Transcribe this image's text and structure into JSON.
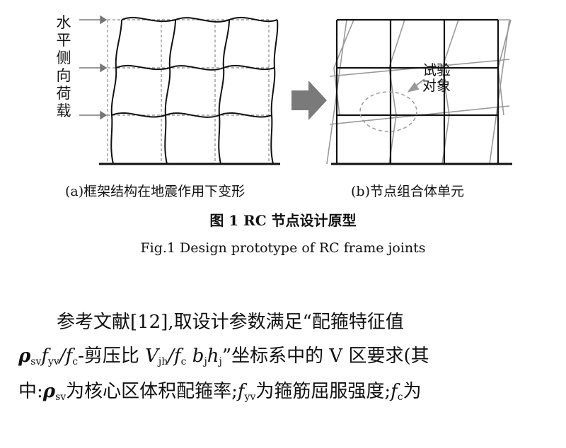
{
  "figure": {
    "left_vertical_label": [
      "水",
      "平",
      "侧",
      "向",
      "荷",
      "载"
    ],
    "test_object_label": [
      "试验",
      "对象"
    ],
    "subcaption_a": "(a)框架结构在地震作用下变形",
    "subcaption_b": "(b)节点组合体单元"
  },
  "caption": {
    "zh": "图 1 RC 节点设计原型",
    "en": "Fig.1   Design prototype of RC frame joints"
  },
  "paragraph": {
    "l1_a": "参考文献[12],取设计参数满足“配箍特征值",
    "l2_rho": "ρ",
    "l2_rho_sub": "sv",
    "l2_f1": "f",
    "l2_f1_sub": "yv",
    "l2_slash1": "/",
    "l2_f2": "f",
    "l2_f2_sub": "c",
    "l2_mid": "-剪压比 ",
    "l2_V": "V",
    "l2_V_sub": "jh",
    "l2_slash2": "/",
    "l2_f3": "f",
    "l2_f3_sub": "c",
    "l2_b": " b",
    "l2_b_sub": "j",
    "l2_h": "h",
    "l2_h_sub": "j",
    "l2_end": "”坐标系中的 V 区要求(其",
    "l3_a": "中:",
    "l3_rho": "ρ",
    "l3_rho_sub": "sv",
    "l3_b": "为核心区体积配箍率;",
    "l3_f1": "f",
    "l3_f1_sub": "yv",
    "l3_c": "为箍筋屈服强度;",
    "l3_f2": "f",
    "l3_f2_sub": "c",
    "l3_d": "为"
  }
}
